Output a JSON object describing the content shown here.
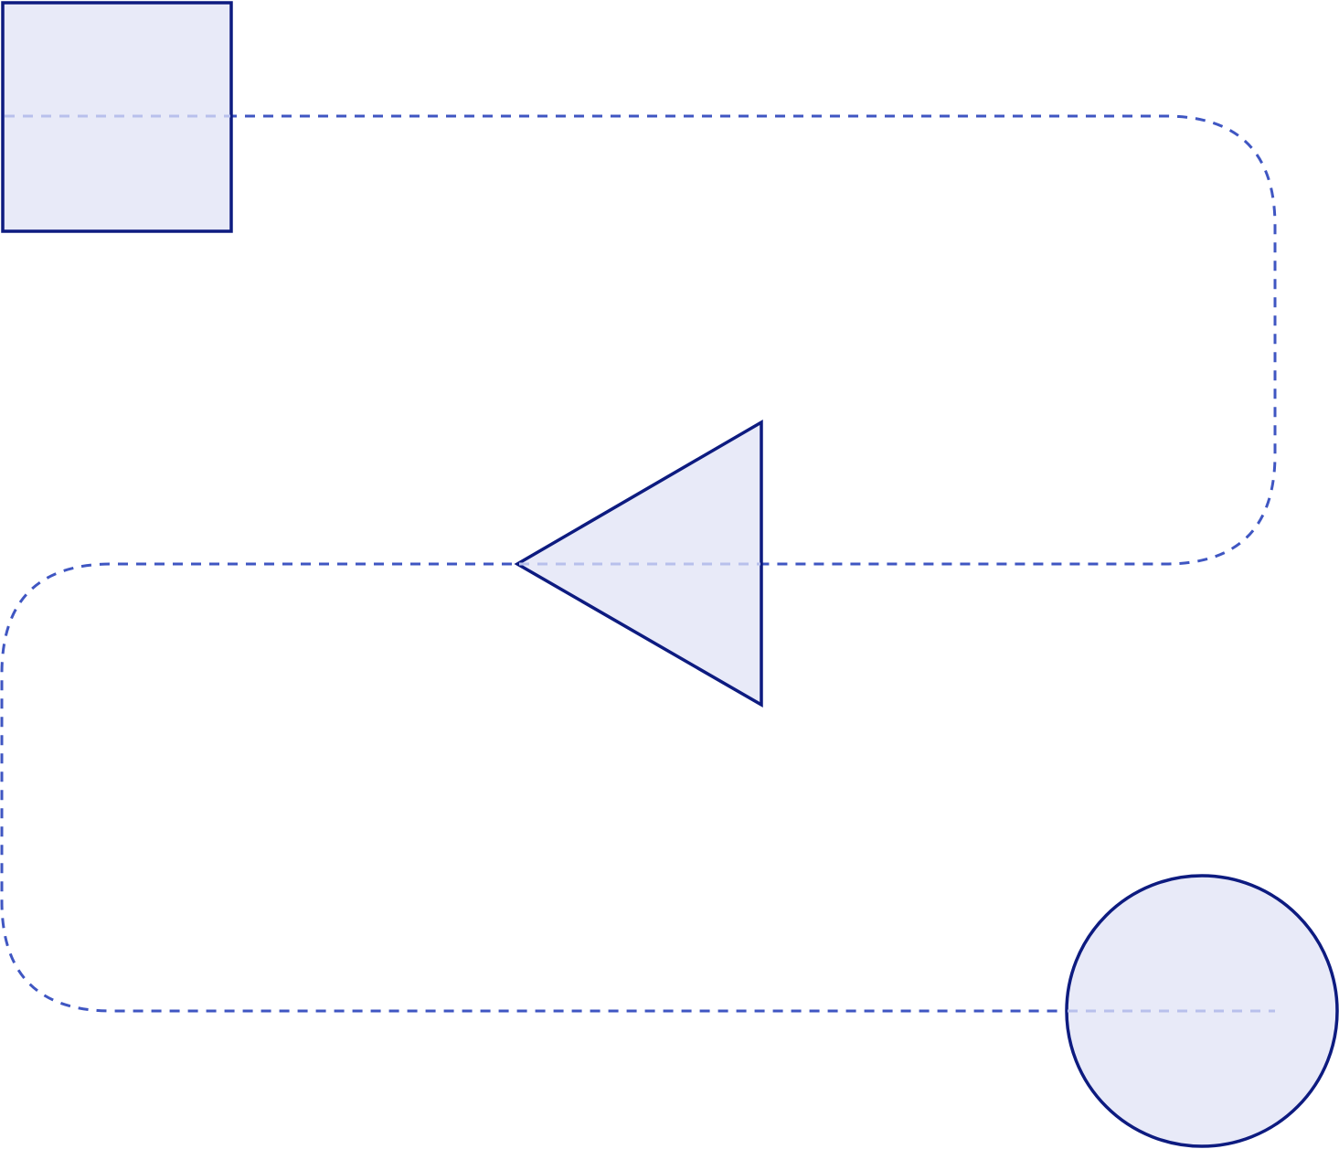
{
  "diagram": {
    "colors": {
      "shape_fill": "#e8eaf8",
      "shape_stroke": "#0d1b80",
      "connector": "#3f56c2",
      "connector_inside_shape": "#b8c0ec",
      "background": "#ffffff"
    },
    "nodes": [
      {
        "id": "square",
        "shape": "square"
      },
      {
        "id": "triangle",
        "shape": "triangle-pointing-left"
      },
      {
        "id": "circle",
        "shape": "circle"
      }
    ],
    "edges": [
      {
        "from": "square",
        "to": "triangle",
        "style": "dashed",
        "routing": "rounded-elbow"
      },
      {
        "from": "triangle",
        "to": "circle",
        "style": "dashed",
        "routing": "rounded-elbow"
      }
    ]
  }
}
